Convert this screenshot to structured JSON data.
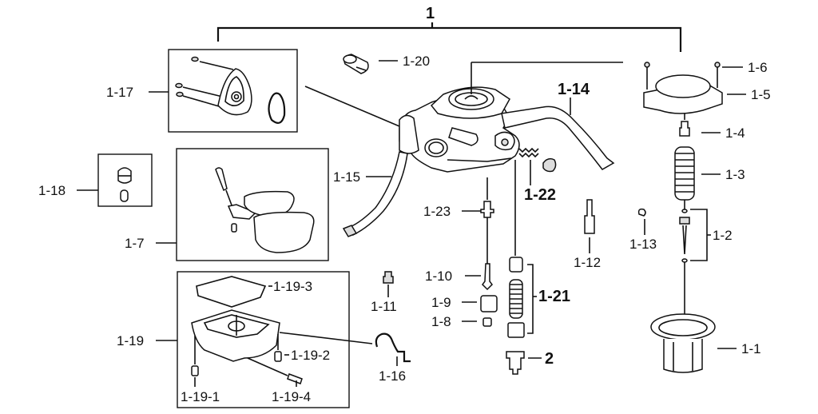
{
  "diagram": {
    "type": "exploded-parts-diagram",
    "subject": "carburetor assembly",
    "assembly_label": "1",
    "labels": {
      "p1": "1-1",
      "p2": "1-2",
      "p3": "1-3",
      "p4": "1-4",
      "p5": "1-5",
      "p6": "1-6",
      "p7": "1-7",
      "p8": "1-8",
      "p9": "1-9",
      "p10": "1-10",
      "p11": "1-11",
      "p12": "1-12",
      "p13": "1-13",
      "p14": "1-14",
      "p15": "1-15",
      "p16": "1-16",
      "p17": "1-17",
      "p18": "1-18",
      "p19": "1-19",
      "p19_1": "1-19-1",
      "p19_2": "1-19-2",
      "p19_3": "1-19-3",
      "p19_4": "1-19-4",
      "p20": "1-20",
      "p21": "1-21",
      "p22": "1-22",
      "p23": "1-23",
      "part2": "2"
    }
  }
}
